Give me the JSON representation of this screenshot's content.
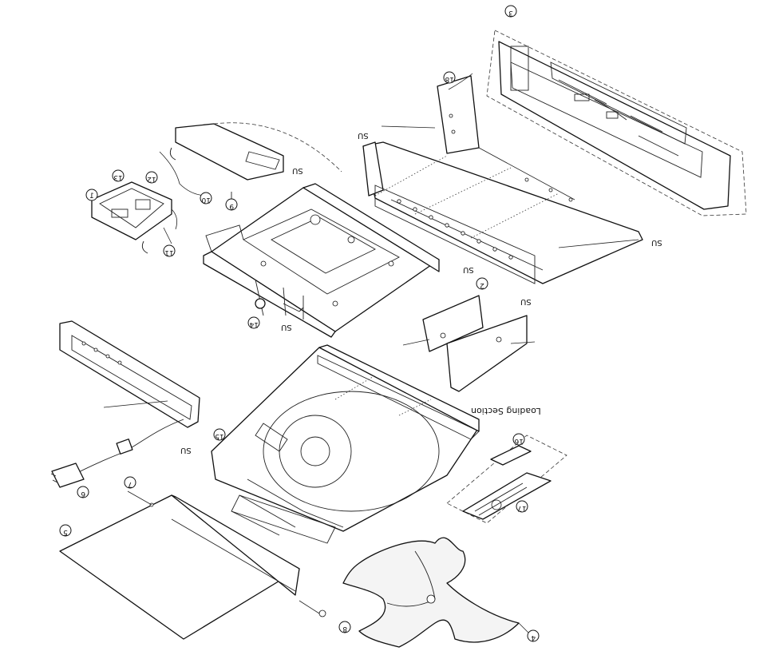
{
  "section_label": "Loading Section",
  "screw_tag": "SU",
  "callouts": [
    "1",
    "2",
    "3",
    "4",
    "5",
    "6",
    "7",
    "8",
    "9",
    "10",
    "11",
    "12",
    "13",
    "14",
    "15",
    "16",
    "17",
    "18"
  ]
}
